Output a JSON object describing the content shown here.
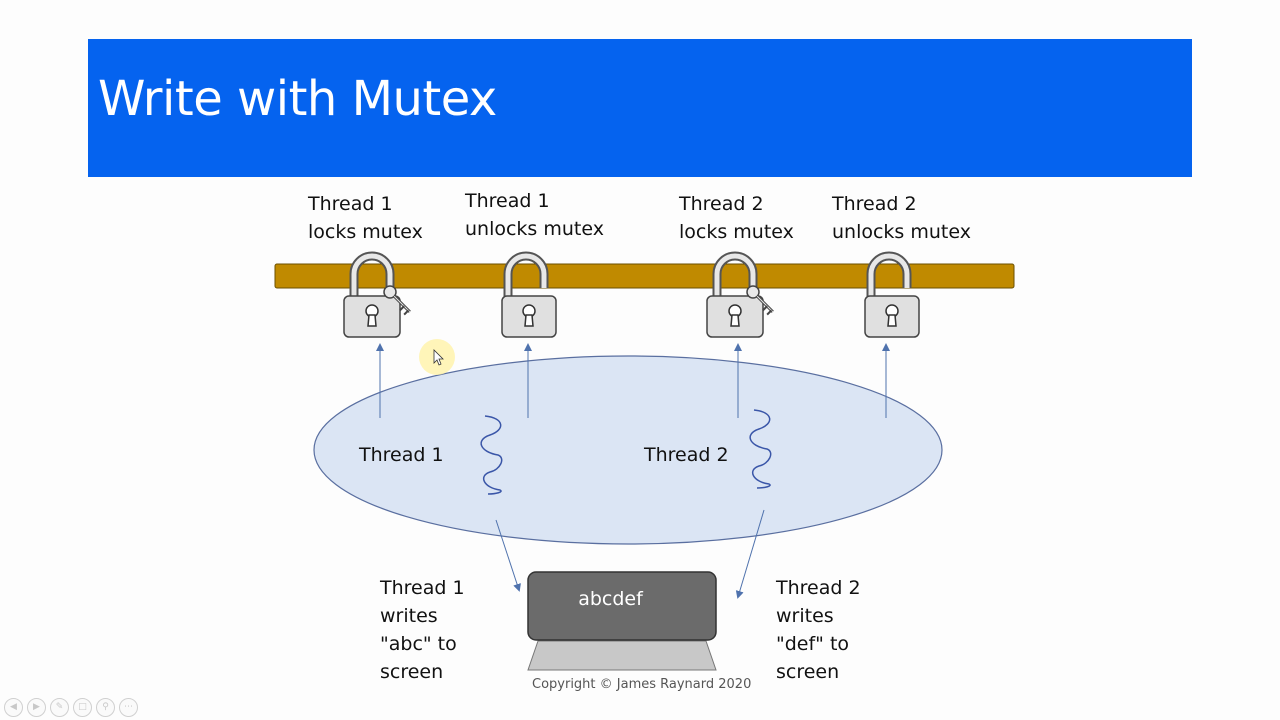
{
  "slide": {
    "title": "Write with Mutex",
    "copyright": "Copyright © James Raynard 2020"
  },
  "diagram": {
    "mutex_events": [
      {
        "line1": "Thread 1",
        "line2": "locks mutex",
        "state": "locked"
      },
      {
        "line1": "Thread 1",
        "line2": "unlocks mutex",
        "state": "unlocked"
      },
      {
        "line1": "Thread 2",
        "line2": "locks mutex",
        "state": "locked"
      },
      {
        "line1": "Thread 2",
        "line2": "unlocks mutex",
        "state": "unlocked"
      }
    ],
    "process": {
      "thread_1": "Thread 1",
      "thread_2": "Thread 2"
    },
    "screen": {
      "text": "abcdef"
    },
    "writes": [
      {
        "lines": [
          "Thread 1",
          "writes",
          "\"abc\" to",
          "screen"
        ]
      },
      {
        "lines": [
          "Thread 2",
          "writes",
          "\"def\" to",
          "screen"
        ]
      }
    ]
  },
  "colors": {
    "banner": "#0563ef",
    "mutex_bar": "#c08a00",
    "process_fill": "#dbe5f4",
    "process_stroke": "#5a6fa0",
    "arrow": "#4f72ad",
    "lock_body": "#e0e0e0",
    "screen": "#6b6b6b"
  },
  "icons": [
    "padlock-icon",
    "key-icon",
    "thread-squiggle-icon",
    "monitor-icon",
    "mouse-cursor-icon"
  ]
}
